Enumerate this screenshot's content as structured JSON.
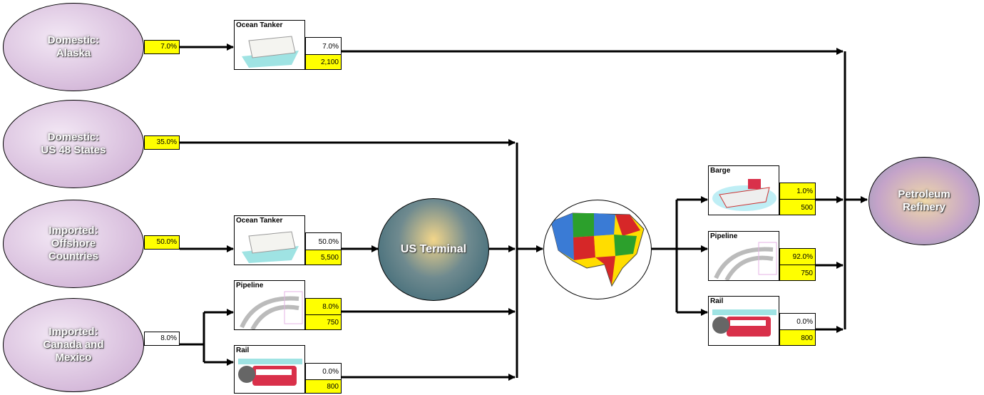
{
  "sources": [
    {
      "title": "Domestic:\nAlaska",
      "share": "7.0%"
    },
    {
      "title": "Domestic:\nUS 48 States",
      "share": "35.0%"
    },
    {
      "title": "Imported:\nOffshore\nCountries",
      "share": "50.0%"
    },
    {
      "title": "Imported:\nCanada and\nMexico",
      "share": "8.0%"
    }
  ],
  "inbound_modes": [
    {
      "label": "Ocean Tanker",
      "percent": "7.0%",
      "volume": "2,100"
    },
    {
      "label": "Ocean Tanker",
      "percent": "50.0%",
      "volume": "5,500"
    },
    {
      "label": "Pipeline",
      "percent": "8.0%",
      "volume": "750"
    },
    {
      "label": "Rail",
      "percent": "0.0%",
      "volume": "800"
    }
  ],
  "terminal": {
    "title": "US Terminal"
  },
  "outbound_modes": [
    {
      "label": "Barge",
      "percent": "1.0%",
      "volume": "500"
    },
    {
      "label": "Pipeline",
      "percent": "92.0%",
      "volume": "750"
    },
    {
      "label": "Rail",
      "percent": "0.0%",
      "volume": "800"
    }
  ],
  "refinery": {
    "title": "Petroleum\nRefinery"
  },
  "colors": {
    "highlight": "#ffff00",
    "source_fill": "#c9a7cf",
    "terminal_fill": "#3b6b7a"
  }
}
